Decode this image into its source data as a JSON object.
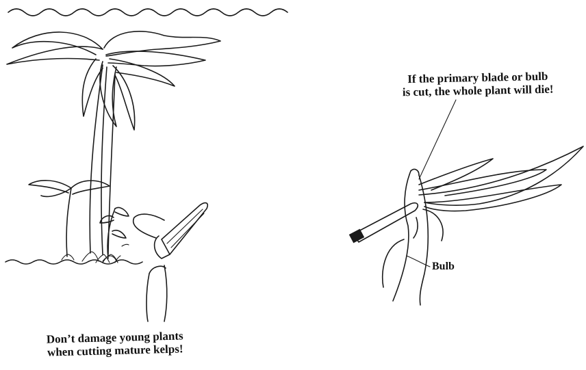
{
  "left_panel": {
    "caption_line1": "Don’t damage young plants",
    "caption_line2": "when cutting mature kelps!"
  },
  "right_panel": {
    "caption_line1": "If the primary blade or bulb",
    "caption_line2": "is cut, the whole plant will die!",
    "bulb_label": "Bulb"
  }
}
